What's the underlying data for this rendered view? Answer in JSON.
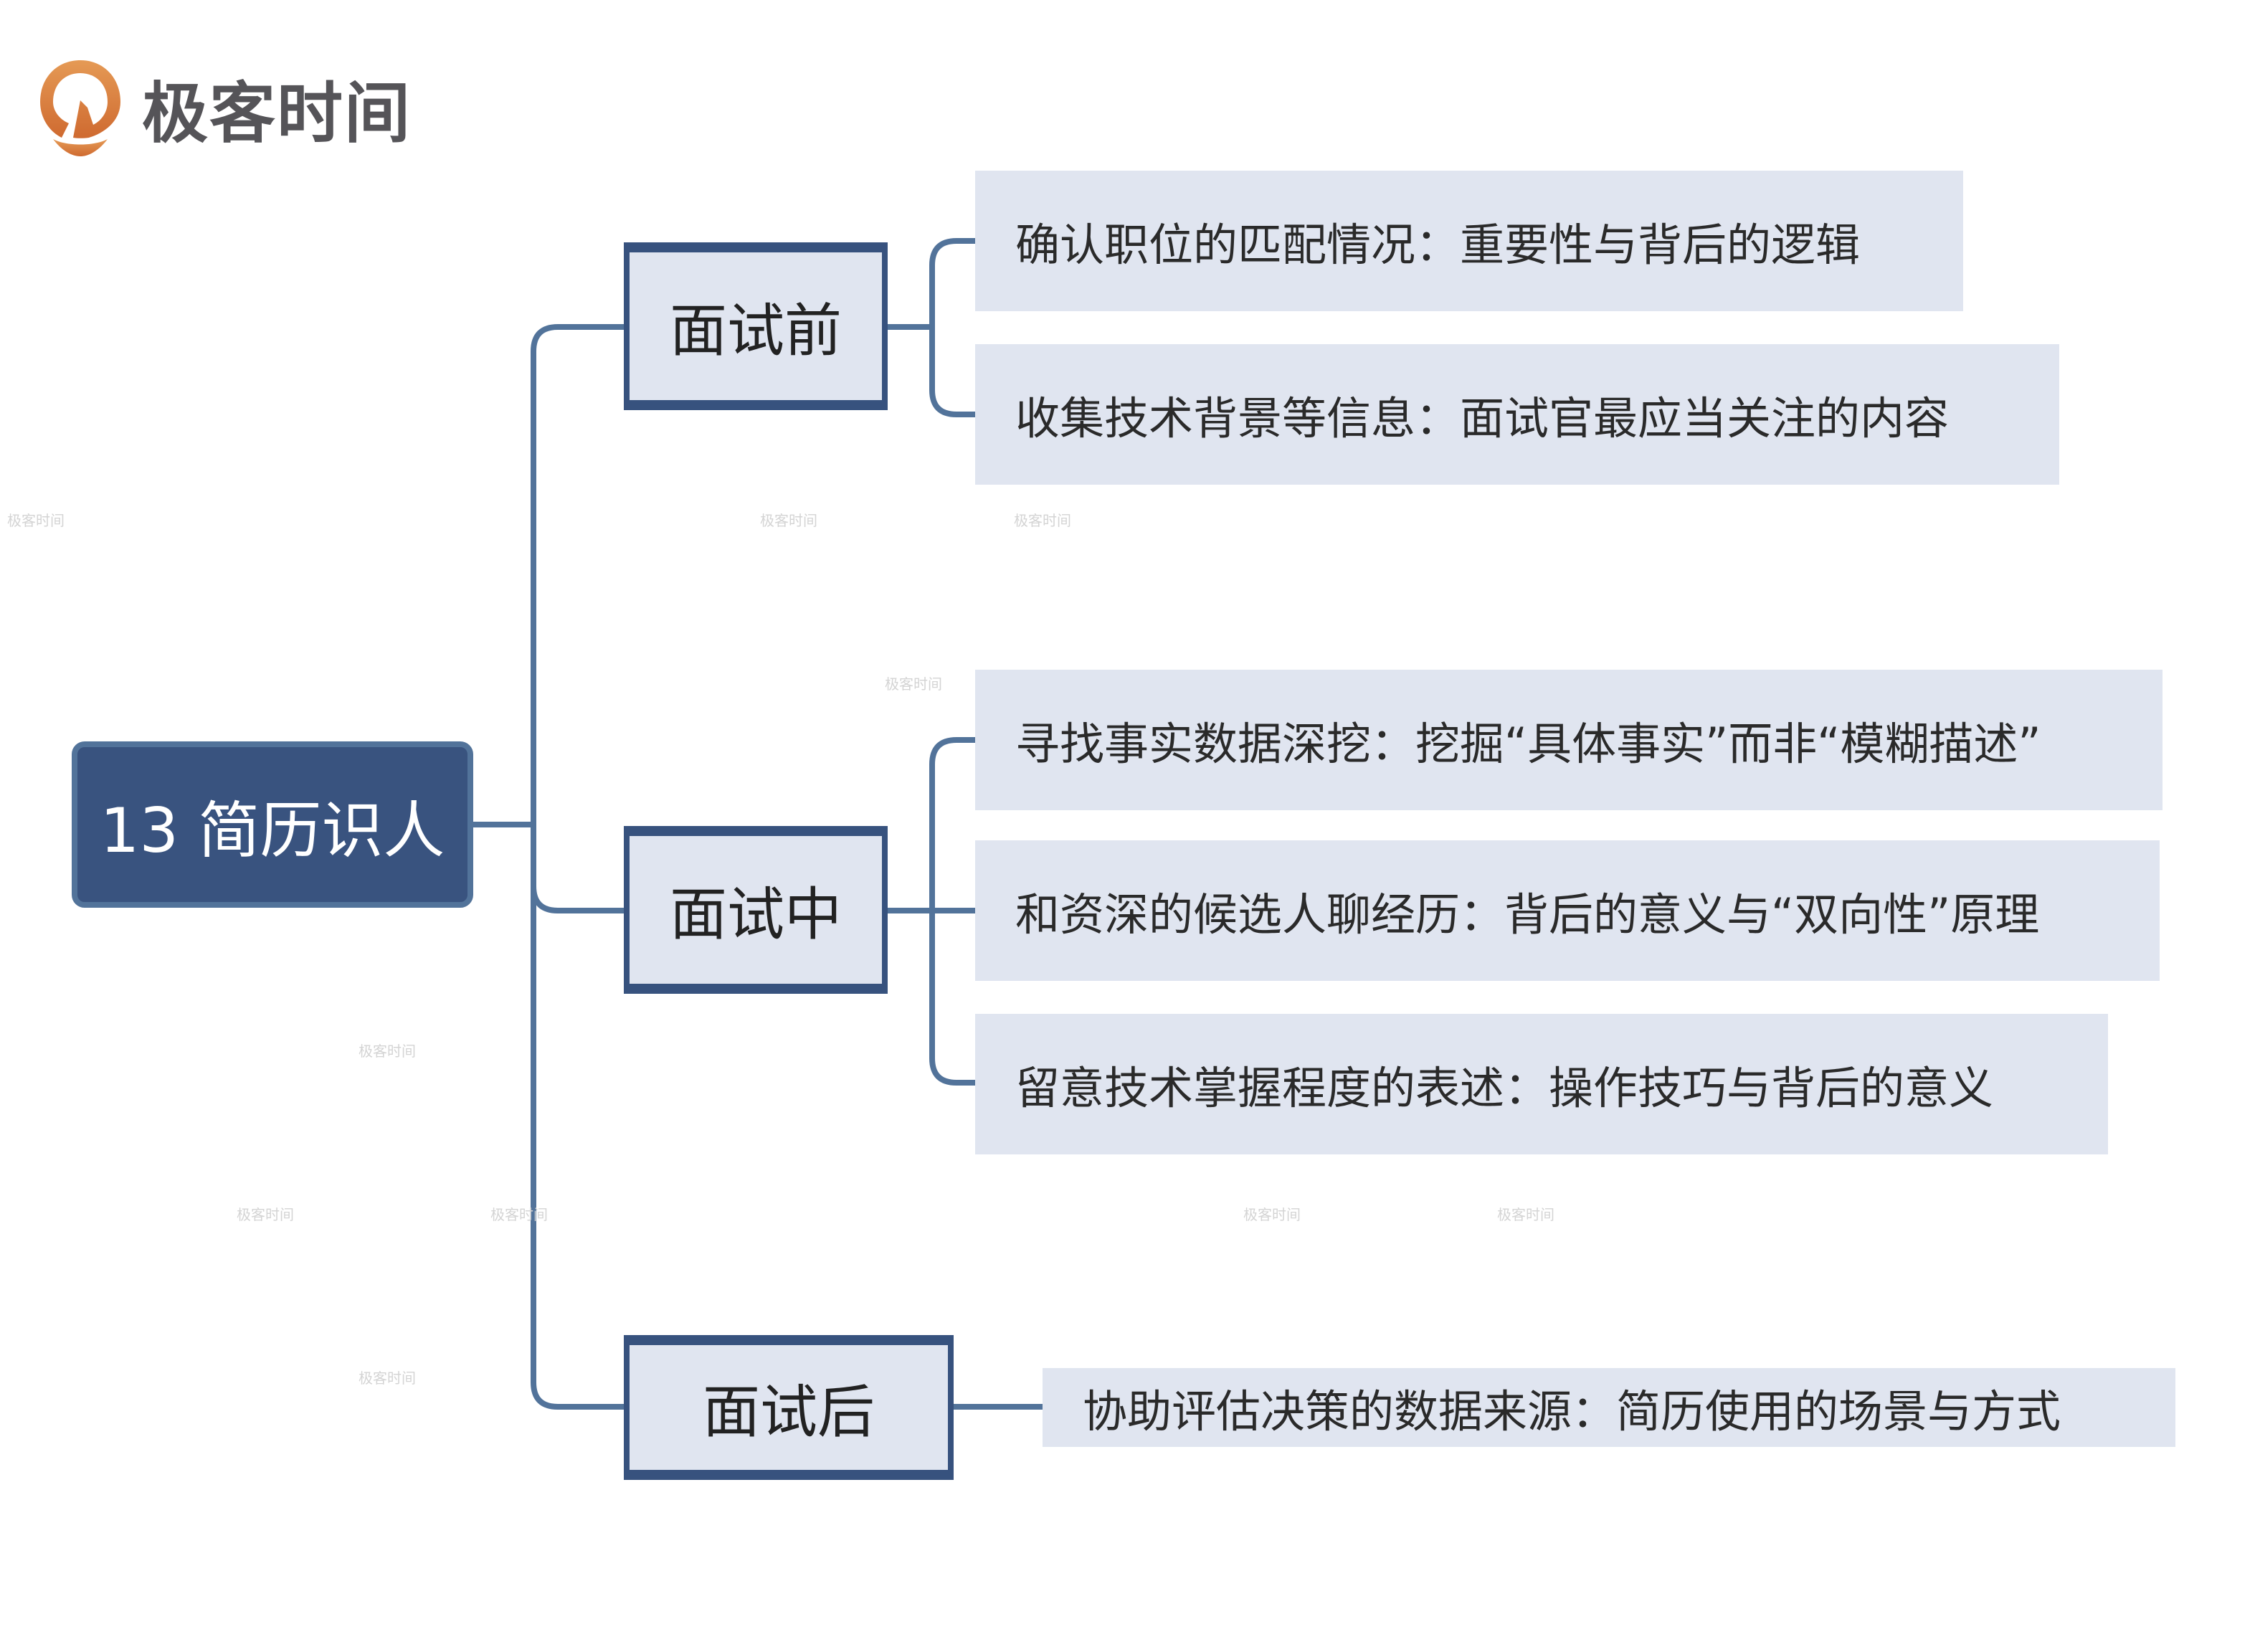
{
  "brand": {
    "name": "极客时间",
    "logo_color": "#d9753a",
    "text_color": "#555458"
  },
  "root": {
    "label": "13 简历识人",
    "bg_color": "#39537f"
  },
  "branches": [
    {
      "label": "面试前",
      "leaves": [
        "确认职位的匹配情况：重要性与背后的逻辑",
        "收集技术背景等信息：面试官最应当关注的内容"
      ]
    },
    {
      "label": "面试中",
      "leaves": [
        "寻找事实数据深挖：挖掘“具体事实”而非“模糊描述”",
        "和资深的候选人聊经历：背后的意义与“双向性”原理",
        "留意技术掌握程度的表述：操作技巧与背后的意义"
      ]
    },
    {
      "label": "面试后",
      "leaves": [
        "协助评估决策的数据来源：简历使用的场景与方式"
      ]
    }
  ],
  "colors": {
    "connector": "#52739a",
    "node_fill": "#e0e5f0",
    "node_border": "#37527e"
  },
  "watermark": "极客时间"
}
